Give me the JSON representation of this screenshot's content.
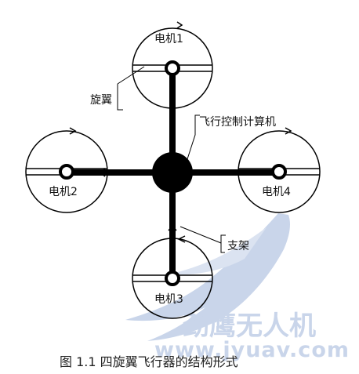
{
  "diagram": {
    "motors": [
      {
        "id": "m1",
        "label": "电机1"
      },
      {
        "id": "m2",
        "label": "电机2"
      },
      {
        "id": "m3",
        "label": "电机3"
      },
      {
        "id": "m4",
        "label": "电机4"
      }
    ],
    "callouts": {
      "rotor": "旋翼",
      "flight_computer": "飞行控制计算机",
      "frame": "支架"
    },
    "caption": "图 1.1 四旋翼飞行器的结构形式"
  },
  "watermark": {
    "name": "劲鹰无人机",
    "url": "www.jyuav.com"
  },
  "colors": {
    "line": "#000000",
    "watermark": "#c9d5ea",
    "background": "#ffffff"
  }
}
